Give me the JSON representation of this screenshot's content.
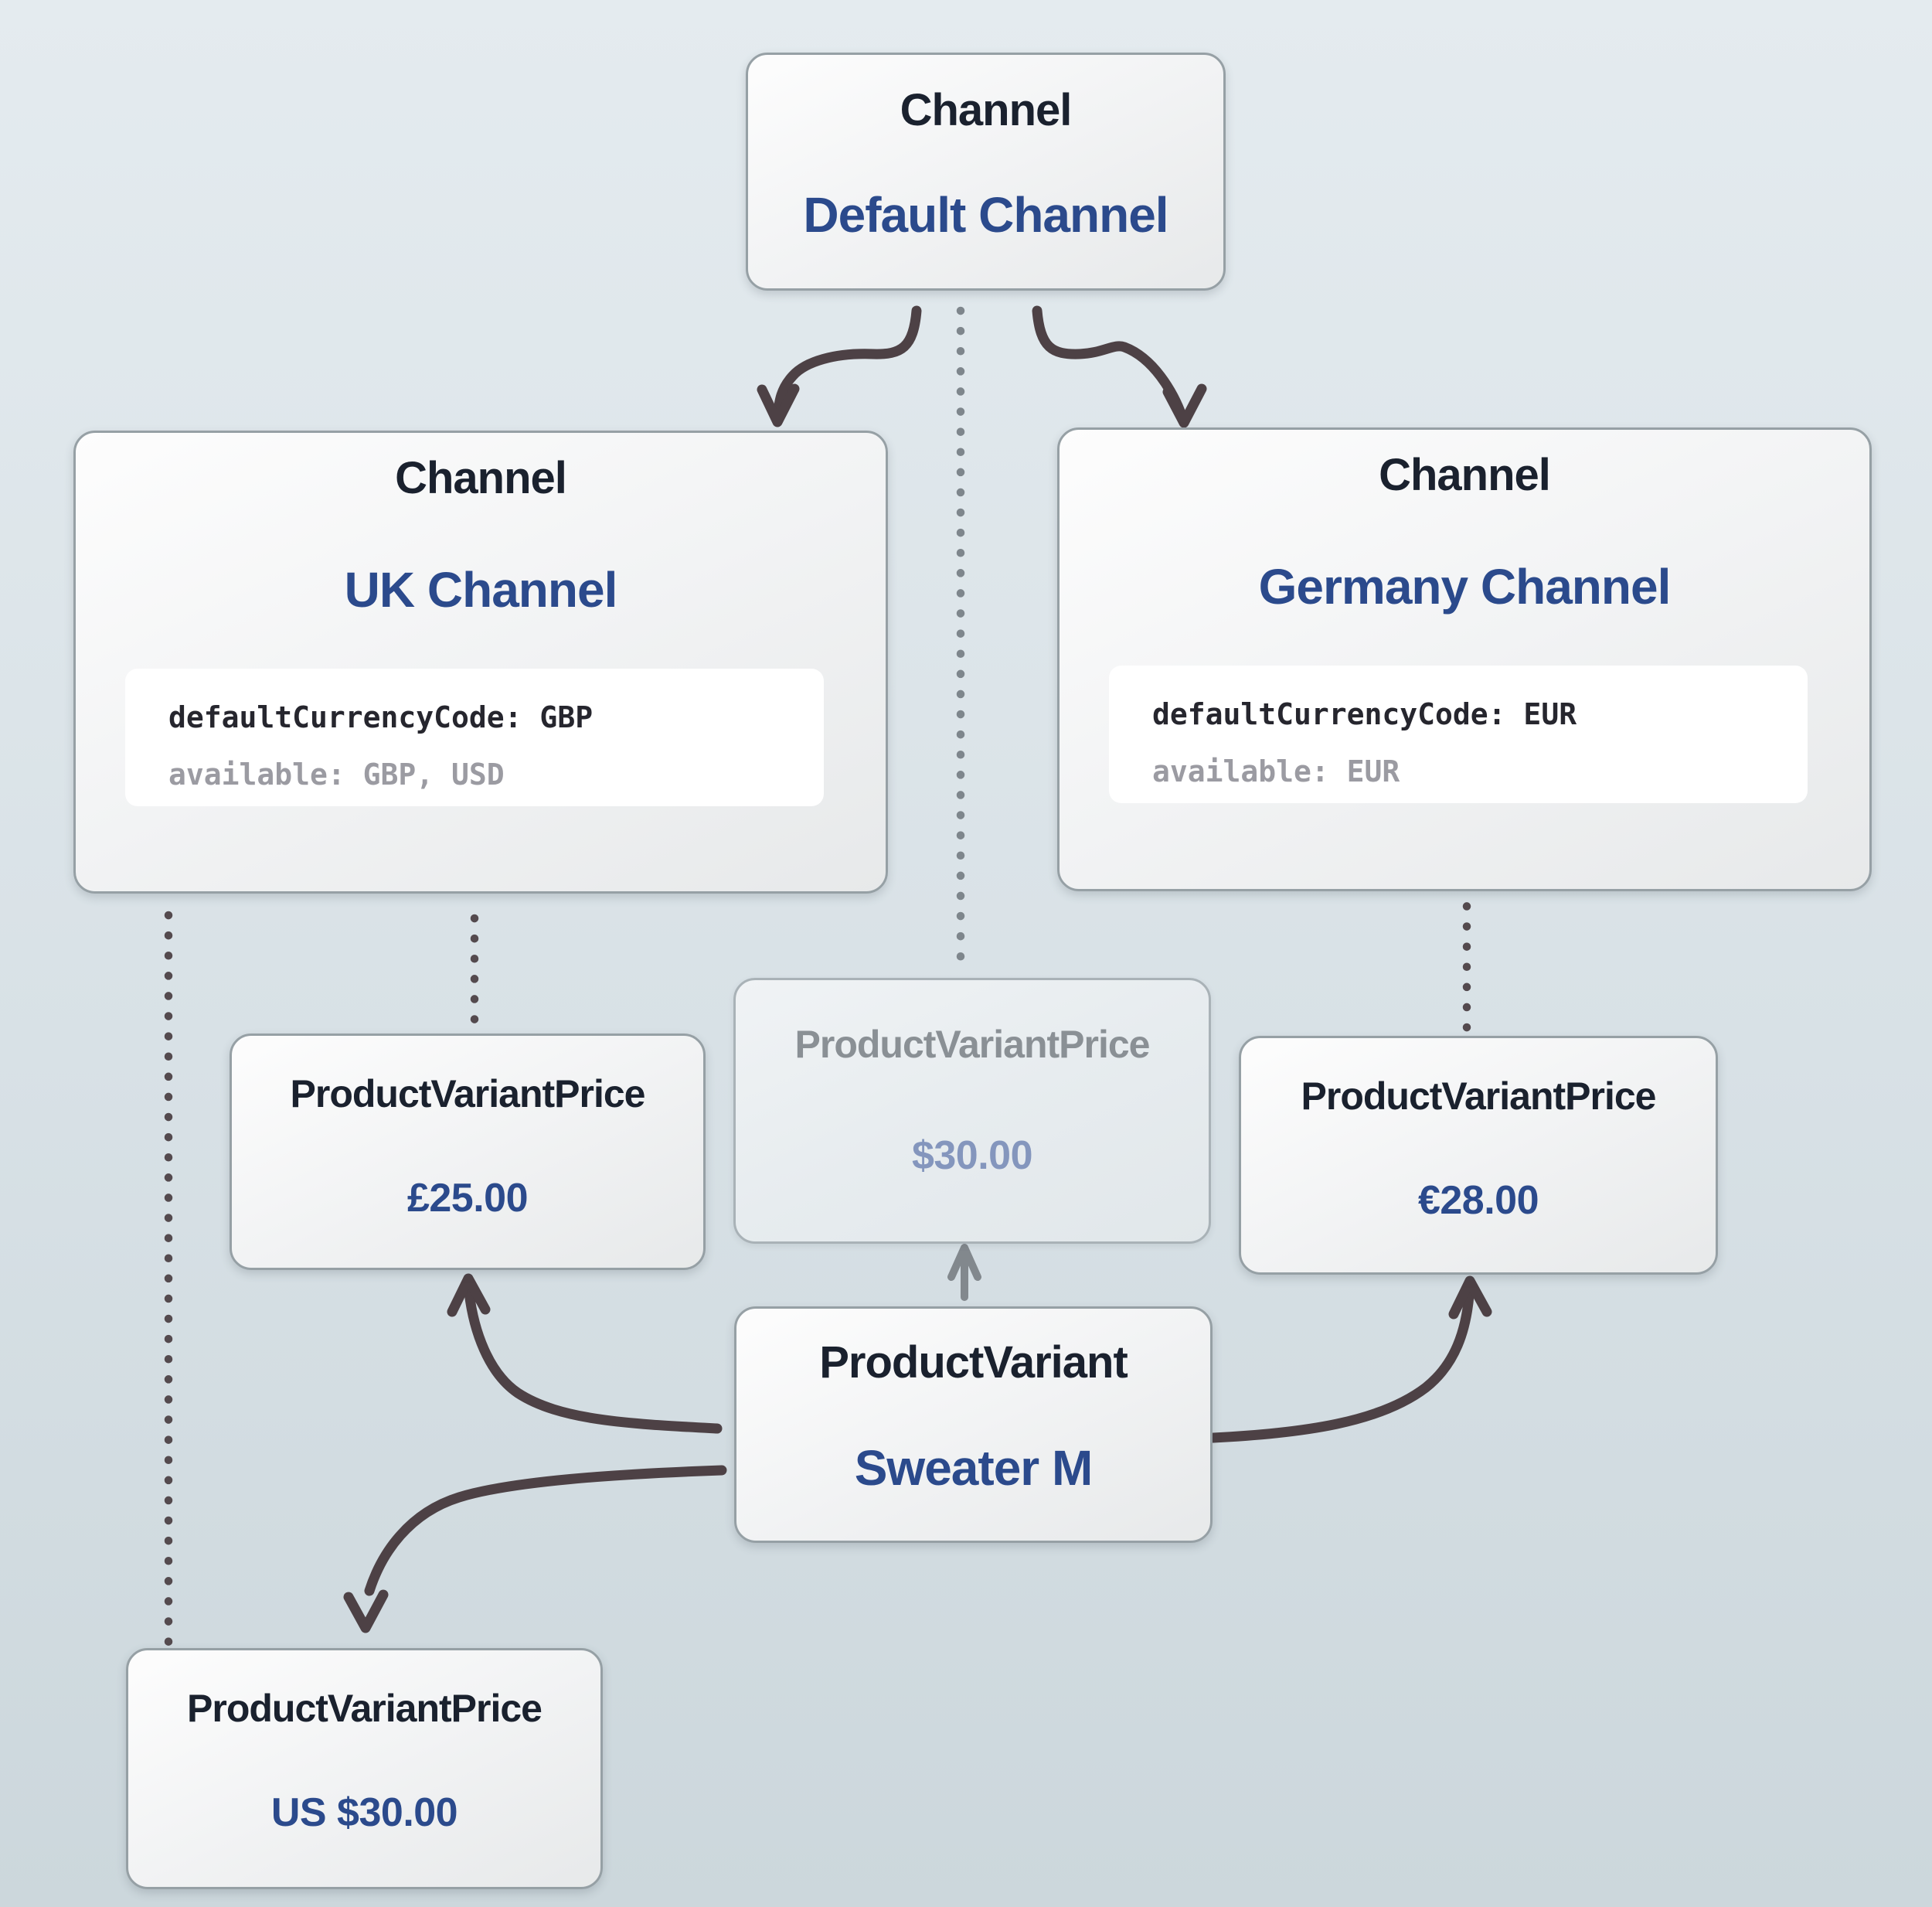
{
  "diagram": {
    "background": {
      "top": "#e4ebef",
      "bottom": "#ccd7dc"
    },
    "colors": {
      "box_border": "#96a0a5",
      "title_ink": "#1a212e",
      "name_blue": "#2b4a8c",
      "code_ink": "#26262e",
      "code_gray": "#9b9ba2",
      "arrow_dark": "#4d4145",
      "arrow_gray": "#82888d",
      "dot_dark": "#544a4e",
      "dot_gray": "#7e868c",
      "faded_title": "#8a9095",
      "faded_value": "#8496bd"
    },
    "nodes": {
      "default_channel": {
        "type": "Channel",
        "name": "Default Channel"
      },
      "uk_channel": {
        "type": "Channel",
        "name": "UK Channel",
        "code": {
          "line1": "defaultCurrencyCode: GBP",
          "line2": "available: GBP, USD"
        }
      },
      "germany_channel": {
        "type": "Channel",
        "name": "Germany Channel",
        "code": {
          "line1": "defaultCurrencyCode: EUR",
          "line2": "available: EUR"
        }
      },
      "default_price": {
        "type": "ProductVariantPrice",
        "value": "$30.00"
      },
      "uk_price": {
        "type": "ProductVariantPrice",
        "value": "£25.00"
      },
      "germany_price": {
        "type": "ProductVariantPrice",
        "value": "€28.00"
      },
      "us_price": {
        "type": "ProductVariantPrice",
        "value": "US $30.00"
      },
      "product_variant": {
        "type": "ProductVariant",
        "name": "Sweater M"
      }
    }
  }
}
